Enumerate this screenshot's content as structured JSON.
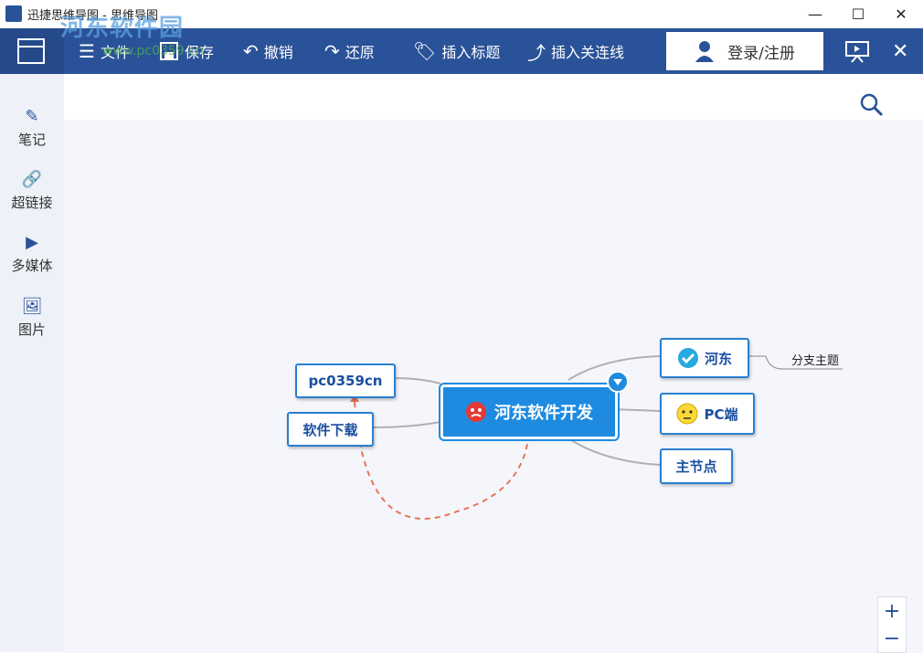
{
  "window": {
    "title": "迅捷思维导图 - 思维导图",
    "minimize": "—",
    "maximize": "☐",
    "close": "✕"
  },
  "watermark": {
    "text": "河东软件园",
    "sub": "www.pc0359.cn"
  },
  "toolbar": {
    "file": "文件",
    "save": "保存",
    "undo": "撤销",
    "redo": "还原",
    "insert_title": "插入标题",
    "insert_link": "插入关连线",
    "login": "登录/注册",
    "close": "✕"
  },
  "sidebar": {
    "items": [
      {
        "label": "笔记",
        "icon": "pencil-icon"
      },
      {
        "label": "超链接",
        "icon": "link-icon"
      },
      {
        "label": "多媒体",
        "icon": "film-icon"
      },
      {
        "label": "图片",
        "icon": "image-icon"
      }
    ]
  },
  "mindmap": {
    "central": "河东软件开发",
    "left": [
      "pc0359cn",
      "软件下载"
    ],
    "right": [
      "河东",
      "PC端",
      "主节点"
    ],
    "branch_topic": "分支主题"
  },
  "zoom": {
    "plus": "+",
    "minus": "−"
  },
  "colors": {
    "toolbar": "#2a5298",
    "central": "#1e8be0",
    "node_border": "#2a7fd0",
    "relation_line": "#e8735a"
  }
}
